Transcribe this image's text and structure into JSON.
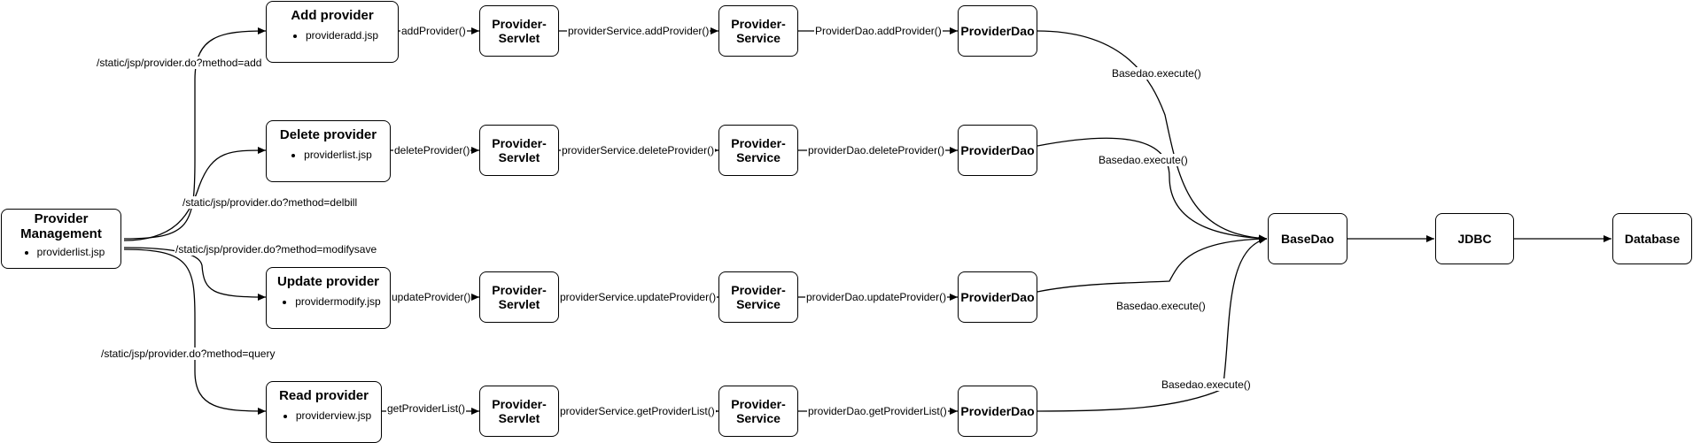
{
  "nodes": {
    "management": {
      "title": "Provider\nManagement",
      "item": "providerlist.jsp"
    },
    "add": {
      "title": "Add provider",
      "item": "provideradd.jsp"
    },
    "delete": {
      "title": "Delete provider",
      "item": "providerlist.jsp"
    },
    "update": {
      "title": "Update provider",
      "item": "providermodify.jsp"
    },
    "read": {
      "title": "Read provider",
      "item": "providerview.jsp"
    },
    "servlet": "Provider-\nServlet",
    "service": "Provider-\nService",
    "dao": "ProviderDao",
    "basedao": "BaseDao",
    "jdbc": "JDBC",
    "database": "Database"
  },
  "edges": {
    "route_add": "/static/jsp/provider.do?method=add",
    "route_delete": "/static/jsp/provider.do?method=delbill",
    "route_update": "/static/jsp/provider.do?method=modifysave",
    "route_read": "/static/jsp/provider.do?method=query",
    "add_call": "addProvider()",
    "add_service": "providerService.addProvider()",
    "add_dao": "ProviderDao.addProvider()",
    "delete_call": "deleteProvider()",
    "delete_service": "providerService.deleteProvider()",
    "delete_dao": "providerDao.deleteProvider()",
    "update_call": "updateProvider()",
    "update_service": "providerService.updateProvider()",
    "update_dao": "providerDao.updateProvider()",
    "read_call": "getProviderList()",
    "read_service": "providerService.getProviderList()",
    "read_dao": "providerDao.getProviderList()",
    "execute_1": "Basedao.execute()",
    "execute_2": "Basedao.execute()",
    "execute_3": "Basedao.execute()",
    "execute_4": "Basedao.execute()"
  }
}
